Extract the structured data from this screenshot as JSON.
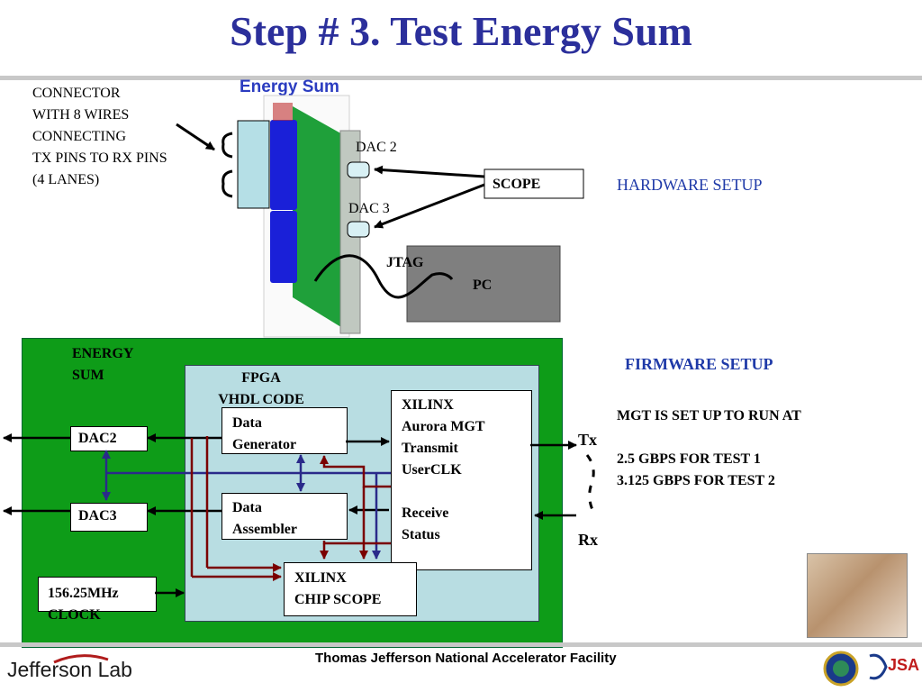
{
  "title": "Step # 3. Test Energy Sum",
  "hardware": {
    "board_label": "Energy Sum",
    "connector_lines": [
      "CONNECTOR",
      "WITH 8 WIRES",
      "CONNECTING",
      "TX PINS TO RX PINS",
      "(4 LANES)"
    ],
    "dac2": "DAC 2",
    "dac3": "DAC 3",
    "scope": "SCOPE",
    "jtag": "JTAG",
    "pc": "PC",
    "setup_label": "HARDWARE SETUP"
  },
  "firmware": {
    "board_label_lines": [
      "ENERGY",
      "SUM"
    ],
    "fpga_lines": [
      "FPGA",
      "VHDL CODE"
    ],
    "xilinx_lines": [
      "XILINX",
      "Aurora MGT",
      "Transmit",
      "UserCLK",
      "",
      "Receive",
      "Status"
    ],
    "data_generator_lines": [
      "Data",
      "Generator"
    ],
    "data_assembler_lines": [
      "Data",
      "Assembler"
    ],
    "chipscope_lines": [
      "XILINX",
      "CHIP SCOPE"
    ],
    "dac2": "DAC2",
    "dac3": "DAC3",
    "clock_value": "156.25MHz",
    "clock_label": "CLOCK",
    "tx": "Tx",
    "rx": "Rx",
    "setup_label": "FIRMWARE SETUP",
    "notes": [
      "MGT IS SET UP TO RUN AT",
      "2.5 GBPS FOR TEST 1",
      "3.125 GBPS FOR TEST 2"
    ]
  },
  "footer": {
    "org": "Thomas Jefferson National Accelerator Facility",
    "logo_left": "Jefferson Lab",
    "logo_right": "JSA"
  }
}
